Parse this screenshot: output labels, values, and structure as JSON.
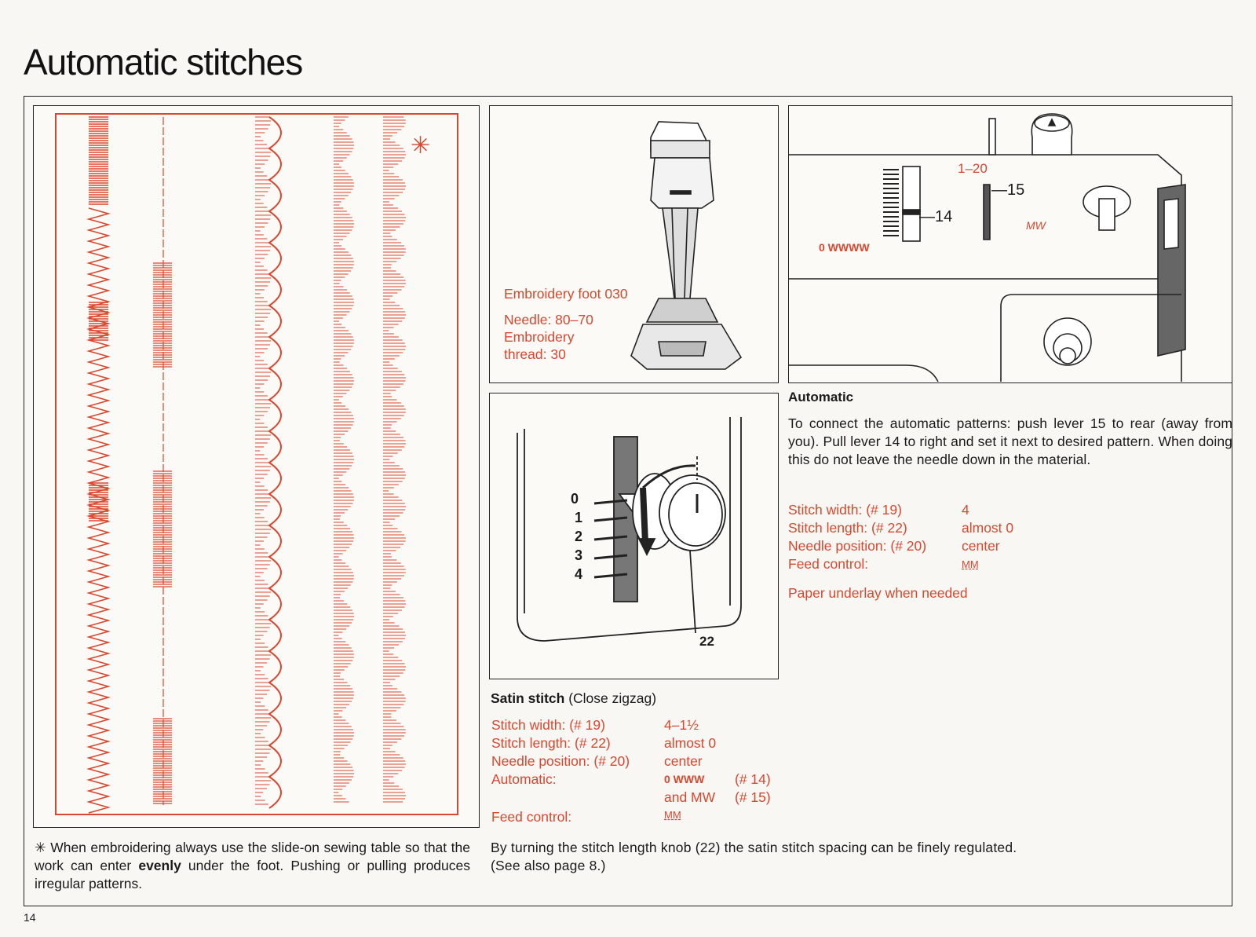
{
  "page": {
    "title": "Automatic stitches",
    "page_number": "14"
  },
  "embroidery_foot": {
    "label": "Embroidery foot 030",
    "needle": "Needle: 80–70",
    "thread_line1": "Embroidery",
    "thread_line2": "thread: 30"
  },
  "machine_diagram": {
    "label_range": "1–20",
    "label_15": "—15",
    "label_14": "—14",
    "symbol_zero": "0 WWWW",
    "symbol_mw": "MW"
  },
  "knob_diagram": {
    "scale": [
      "0",
      "1",
      "2",
      "3",
      "4"
    ],
    "callout": "22"
  },
  "automatic": {
    "heading": "Automatic",
    "body": "To connect the automatic patterns: push lever 15 to rear (away from you). Pull lever 14 to right and set it next to desired pattern. When doing this do not leave the needle down in the material.",
    "settings": [
      {
        "label": "Stitch width: (# 19)",
        "value": "4"
      },
      {
        "label": "Stitch length: (# 22)",
        "value": "almost 0"
      },
      {
        "label": "Needle position: (# 20)",
        "value": "center"
      },
      {
        "label": "Feed control:",
        "value": "MM"
      }
    ],
    "note": "Paper underlay when needed"
  },
  "satin": {
    "heading": "Satin stitch",
    "heading_sub": "(Close zigzag)",
    "settings": [
      {
        "label": "Stitch width: (# 19)",
        "value": "4–1½"
      },
      {
        "label": "Stitch length: (# 22)",
        "value": "almost 0"
      },
      {
        "label": "Needle position: (# 20)",
        "value": "center"
      },
      {
        "label": "Automatic:",
        "value": "0 WWW",
        "extra": "(# 14)"
      },
      {
        "label": "",
        "value": "and MW",
        "extra": "(# 15)"
      },
      {
        "label": "Feed control:",
        "value": "MM"
      }
    ],
    "footer_line1": "By turning the stitch length knob (22) the satin stitch spacing can be finely regulated.",
    "footer_line2": "(See also page 8.)"
  },
  "footnote": {
    "star": "✳",
    "part1": " When embroidering always use the slide-on sewing table so that the work can enter ",
    "bold": "evenly",
    "part2": " under the foot. Pushing or pulling produces irregular patterns."
  },
  "colors": {
    "accent": "#d9472f",
    "ink": "#1a1a1a",
    "paper": "#f8f7f3"
  }
}
